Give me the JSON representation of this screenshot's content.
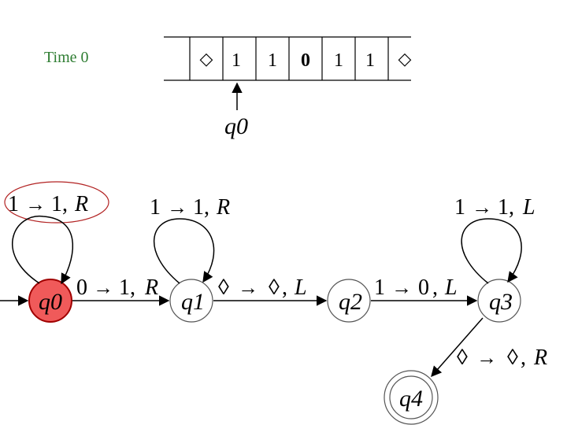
{
  "time_label": "Time 0",
  "tape": {
    "cells": [
      "◇",
      "1",
      "1",
      "0",
      "1",
      "1",
      "◇"
    ],
    "head_state": "q0"
  },
  "states": [
    {
      "id": "q0",
      "label": "q0",
      "current": true
    },
    {
      "id": "q1",
      "label": "q1",
      "current": false
    },
    {
      "id": "q2",
      "label": "q2",
      "current": false
    },
    {
      "id": "q3",
      "label": "q3",
      "current": false
    },
    {
      "id": "q4",
      "label": "q4",
      "accepting": true
    }
  ],
  "transitions": [
    {
      "from": "q0",
      "to": "q0",
      "read": "1",
      "write": "1",
      "move": "R",
      "highlighted": true
    },
    {
      "from": "q0",
      "to": "q1",
      "read": "0",
      "write": "1",
      "move": "R"
    },
    {
      "from": "q1",
      "to": "q1",
      "read": "1",
      "write": "1",
      "move": "R"
    },
    {
      "from": "q1",
      "to": "q2",
      "read": "◊",
      "write": "◊",
      "move": "L"
    },
    {
      "from": "q2",
      "to": "q3",
      "read": "1",
      "write": "0",
      "move": "L"
    },
    {
      "from": "q3",
      "to": "q3",
      "read": "1",
      "write": "1",
      "move": "L"
    },
    {
      "from": "q3",
      "to": "q4",
      "read": "◊",
      "write": "◊",
      "move": "R"
    }
  ],
  "colors": {
    "current_state_fill": "#f05a5a",
    "current_state_stroke": "#a00000",
    "highlight_ellipse": "#b22222",
    "time_label": "#2e7d32"
  }
}
